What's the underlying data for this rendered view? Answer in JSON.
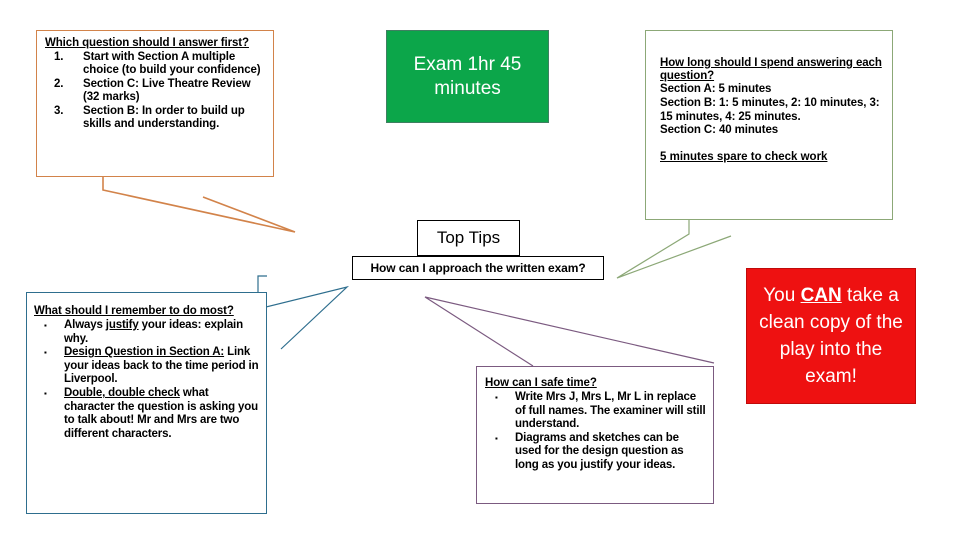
{
  "page": {
    "title": "Top Tips",
    "background": "#ffffff"
  },
  "colors": {
    "orange_border": "#D2834A",
    "green_fill": "#0CA64A",
    "green_border": "#8CA877",
    "black_border": "#000000",
    "blue_border": "#2E6E8E",
    "purple_border": "#7B5A80",
    "red_fill": "#EE1111",
    "white_text": "#ffffff"
  },
  "callout_first_question": {
    "heading": "Which question should I answer first?",
    "items": [
      {
        "num": "1.",
        "text": "Start with Section A multiple choice (to build your confidence)"
      },
      {
        "num": "2.",
        "text": "Section C: Live Theatre Review (32 marks)"
      },
      {
        "num": "3.",
        "text": "Section B: In order to build up skills and understanding."
      }
    ]
  },
  "box_exam_duration": {
    "text": "Exam 1hr 45 minutes"
  },
  "callout_timing": {
    "heading": "How long should I spend answering each question?",
    "lines": [
      "Section A: 5 minutes",
      "Section B: 1: 5 minutes, 2: 10 minutes, 3: 15 minutes, 4: 25 minutes.",
      "Section C: 40 minutes"
    ],
    "footer": "5 minutes spare to check work"
  },
  "box_top_tips": {
    "label": "Top Tips"
  },
  "box_approach_question": {
    "label": "How can I approach the written exam?"
  },
  "callout_remember": {
    "heading": "What should I remember to do most?",
    "bullet_glyph": "▪",
    "items": [
      {
        "lead": "",
        "lead_underlined": "",
        "text_before": "Always ",
        "emphasis": "justify",
        "text_after": " your ideas: explain why."
      },
      {
        "lead": "",
        "lead_underlined": "Design Question in Section A:",
        "text_before": "",
        "emphasis": "",
        "text_after": " Link your ideas back to the time period in Liverpool."
      },
      {
        "lead": "",
        "lead_underlined": "Double, double check",
        "text_before": "",
        "emphasis": "",
        "text_after": " what character the question is asking you to talk about! Mr and Mrs are two different characters."
      }
    ]
  },
  "callout_save_time": {
    "heading": "How can I safe time?",
    "bullet_glyph": "▪",
    "items": [
      "Write Mrs J, Mrs L, Mr L in replace of full names. The examiner will still understand.",
      "Diagrams and sketches can be used for the design question as long as you justify your ideas."
    ]
  },
  "box_clean_copy": {
    "text_before": "You ",
    "emphasis": "CAN",
    "text_after": " take a clean copy of the play into the exam!"
  }
}
